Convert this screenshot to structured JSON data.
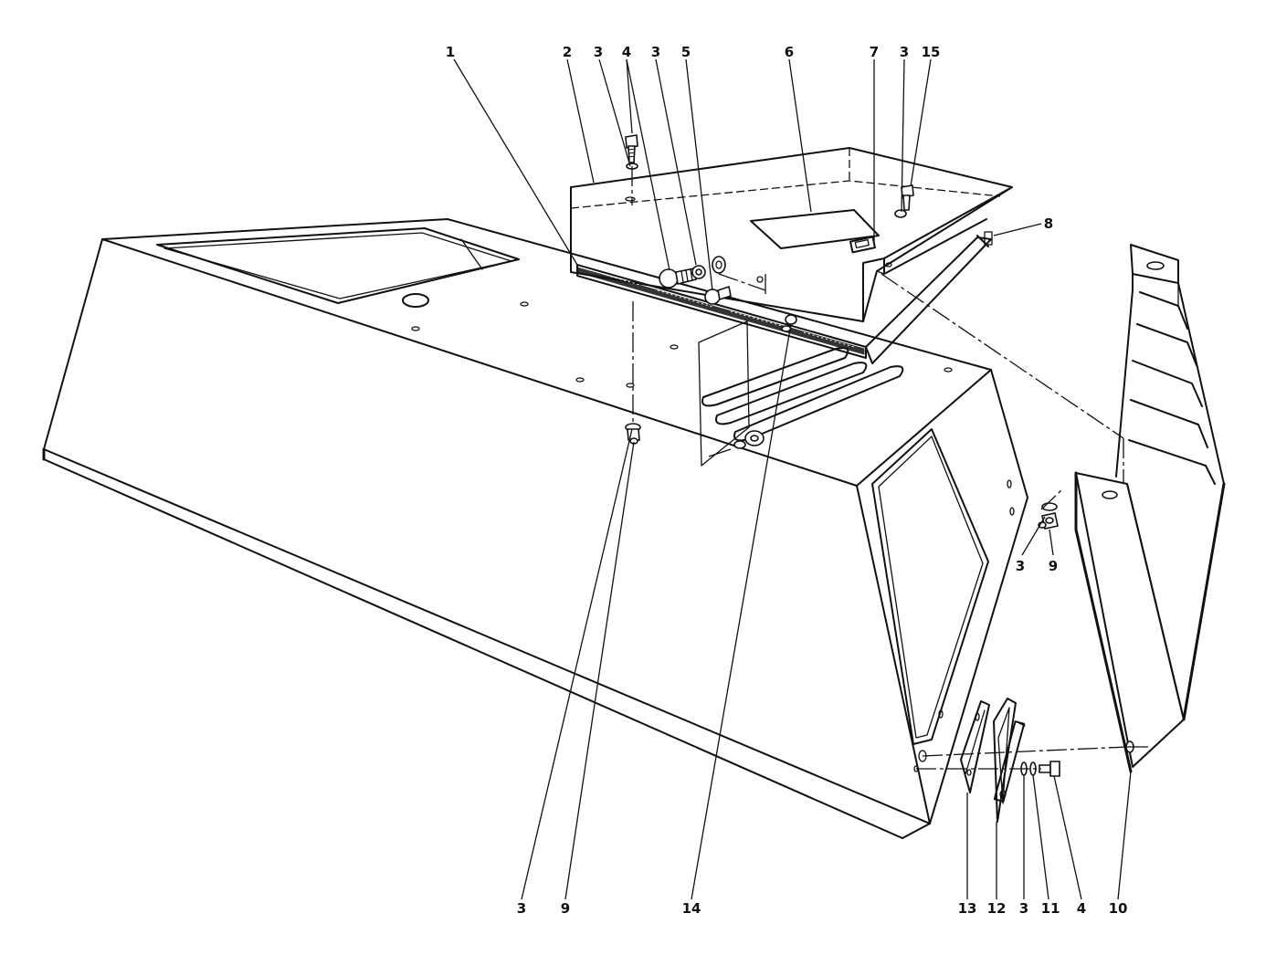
{
  "callouts": {
    "top": [
      {
        "id": "c1",
        "text": "1"
      },
      {
        "id": "c2",
        "text": "2"
      },
      {
        "id": "c3a",
        "text": "3"
      },
      {
        "id": "c4a",
        "text": "4"
      },
      {
        "id": "c3b",
        "text": "3"
      },
      {
        "id": "c5",
        "text": "5"
      },
      {
        "id": "c6",
        "text": "6"
      },
      {
        "id": "c7",
        "text": "7"
      },
      {
        "id": "c3c",
        "text": "3"
      },
      {
        "id": "c15",
        "text": "15"
      }
    ],
    "right": [
      {
        "id": "c8",
        "text": "8"
      },
      {
        "id": "c3d",
        "text": "3"
      },
      {
        "id": "c9a",
        "text": "9"
      }
    ],
    "bottom": [
      {
        "id": "c3e",
        "text": "3"
      },
      {
        "id": "c9b",
        "text": "9"
      },
      {
        "id": "c14",
        "text": "14"
      },
      {
        "id": "c13",
        "text": "13"
      },
      {
        "id": "c12",
        "text": "12"
      },
      {
        "id": "c3f",
        "text": "3"
      },
      {
        "id": "c11",
        "text": "11"
      },
      {
        "id": "c4b",
        "text": "4"
      },
      {
        "id": "c10",
        "text": "10"
      }
    ]
  }
}
